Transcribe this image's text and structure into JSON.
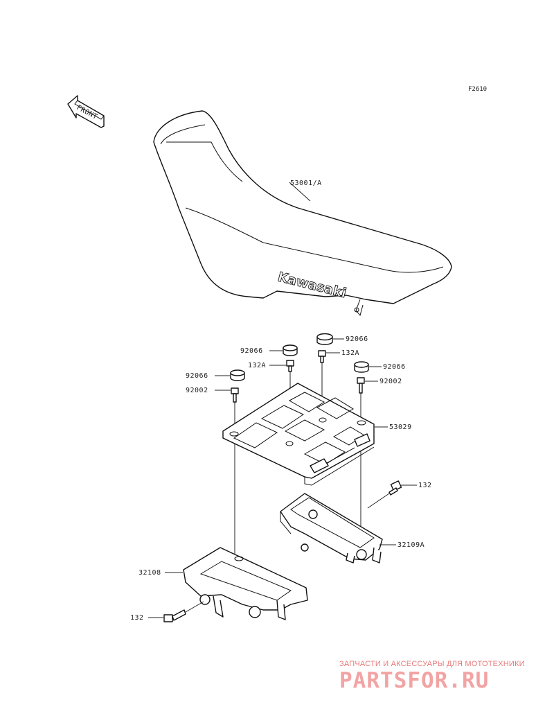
{
  "figure_ref": "F2610",
  "front_label": "FRONT",
  "seat_brand": "Kawasaki",
  "parts": {
    "seat": "53001/A",
    "cap_1": "92066",
    "cap_2": "92066",
    "cap_3": "92066",
    "cap_4": "92066",
    "bolt_132a_1": "132A",
    "bolt_132a_2": "132A",
    "bolt_92002_1": "92002",
    "bolt_92002_2": "92002",
    "carrier": "53029",
    "bolt_132_right": "132",
    "bracket_right": "32109A",
    "bracket_left": "32108",
    "bolt_132_left": "132"
  },
  "watermark": {
    "tagline": "ЗАПЧАСТИ И АКСЕССУАРЫ ДЛЯ МОТОТЕХНИКИ",
    "logo": "PARTSFOR.RU"
  }
}
